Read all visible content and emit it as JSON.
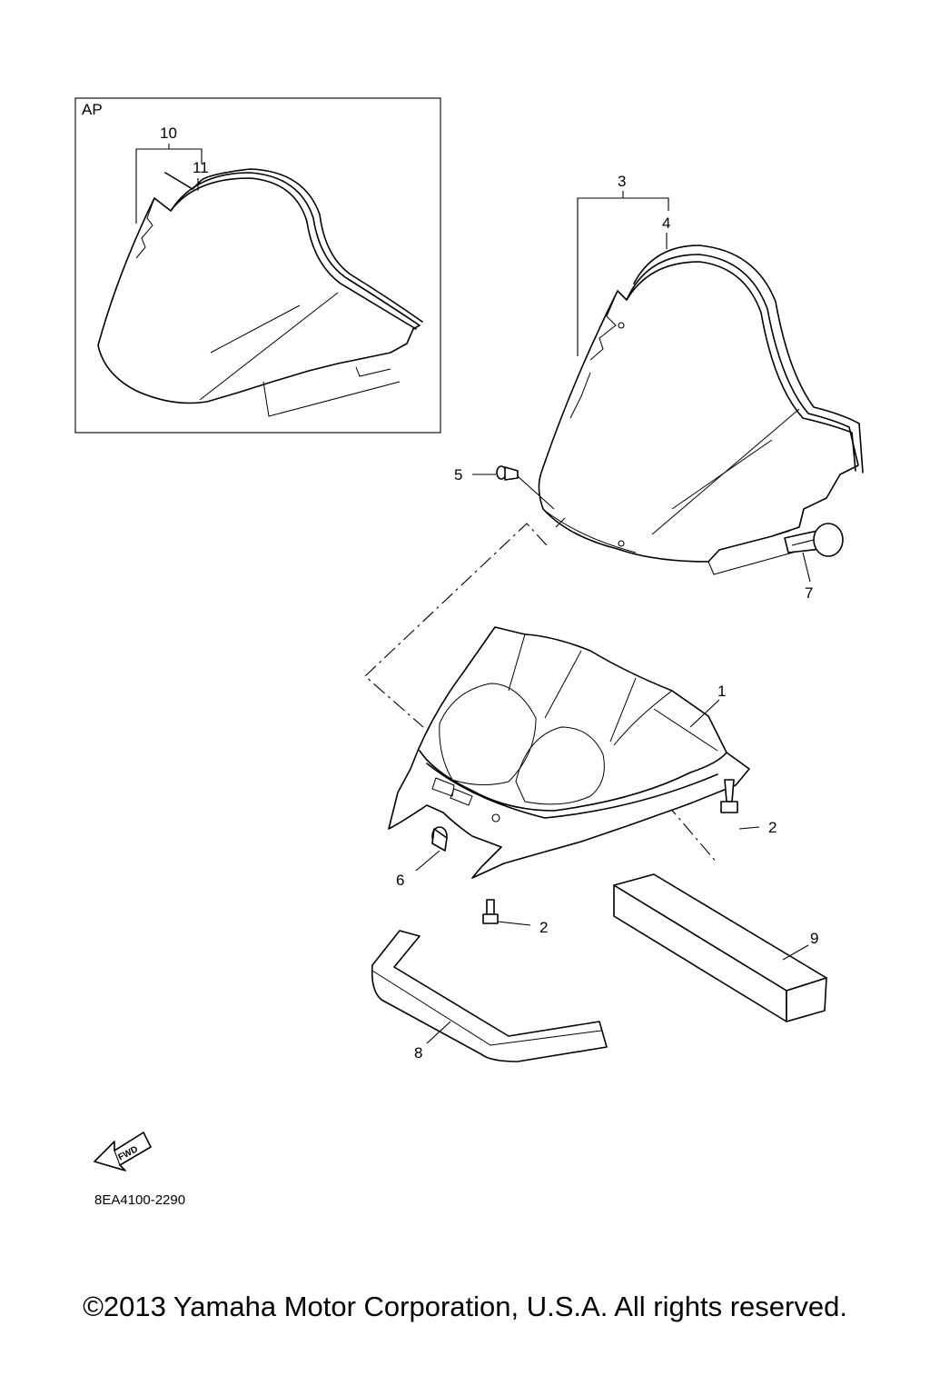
{
  "inset": {
    "label": "AP"
  },
  "callouts": {
    "c1": "1",
    "c2a": "2",
    "c2b": "2",
    "c3": "3",
    "c4": "4",
    "c5": "5",
    "c6": "6",
    "c7": "7",
    "c8": "8",
    "c9": "9",
    "c10": "10",
    "c11": "11"
  },
  "fwd_arrow": {
    "text": "FWD"
  },
  "part_code": "8EA4100-2290",
  "copyright": "©2013 Yamaha Motor Corporation, U.S.A. All rights reserved."
}
